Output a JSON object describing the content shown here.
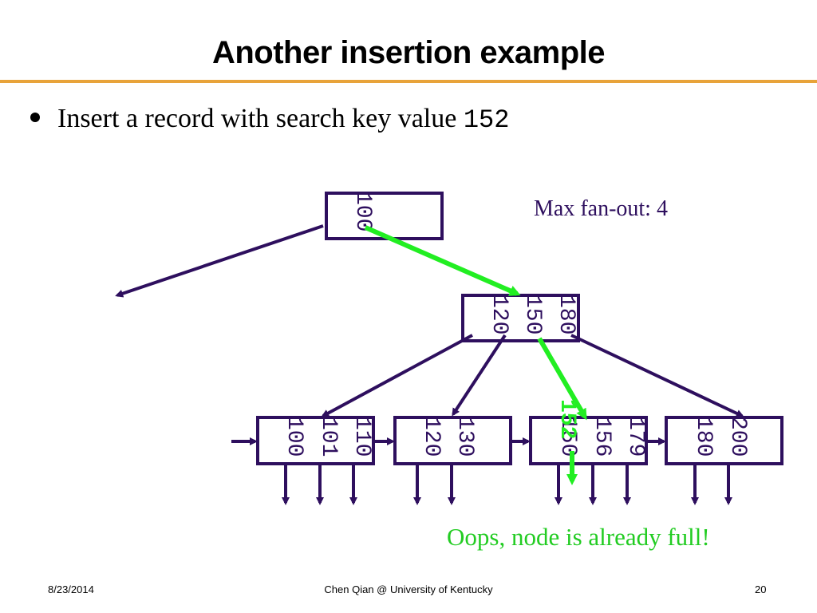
{
  "slide": {
    "title": "Another insertion example",
    "bullet_text": "Insert a record with search key value ",
    "bullet_key": "152",
    "fanout_label": "Max fan-out: 4",
    "note": "Oops, node is already full!",
    "footer_date": "8/23/2014",
    "footer_center": "Chen Qian @ University of Kentucky",
    "footer_page": "20"
  },
  "tree": {
    "root_keys": [
      "100"
    ],
    "inner_keys": [
      "120",
      "150",
      "180"
    ],
    "leaves": [
      {
        "keys": [
          "100",
          "101",
          "110"
        ]
      },
      {
        "keys": [
          "120",
          "130"
        ]
      },
      {
        "keys": [
          "150",
          "156",
          "179"
        ]
      },
      {
        "keys": [
          "180",
          "200"
        ]
      }
    ],
    "inserted_key": "152"
  },
  "colors": {
    "tree": "#2e0f5e",
    "highlight": "#22ee22",
    "rule": "#e8a33a"
  }
}
